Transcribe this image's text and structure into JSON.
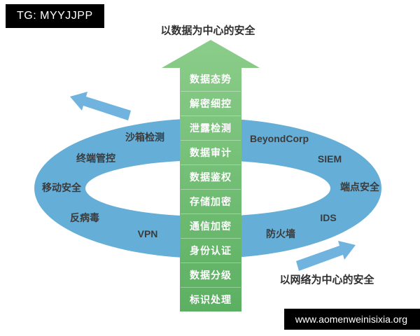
{
  "watermarks": {
    "tg": "TG: MYYJJPP",
    "site_url": "www.aomenweinisixia.org"
  },
  "diagram": {
    "top_title": "以数据为中心的安全",
    "bottom_title": "以网络为中心的安全",
    "arrow_items": [
      "数据态势",
      "解密细控",
      "泄露检测",
      "数据审计",
      "数据鉴权",
      "存储加密",
      "通信加密",
      "身份认证",
      "数据分级",
      "标识处理"
    ],
    "ring_labels": [
      "沙箱检测",
      "终端管控",
      "移动安全",
      "反病毒",
      "VPN",
      "BeyondCorp",
      "SIEM",
      "端点安全",
      "IDS",
      "防火墙"
    ],
    "colors": {
      "ring_blue": "#64aed8",
      "flow_arrow_blue": "#6fb3de",
      "arrow_green_top": "#8bcd8a",
      "arrow_green_bottom": "#5cb062",
      "inner_white": "#ffffff"
    }
  }
}
